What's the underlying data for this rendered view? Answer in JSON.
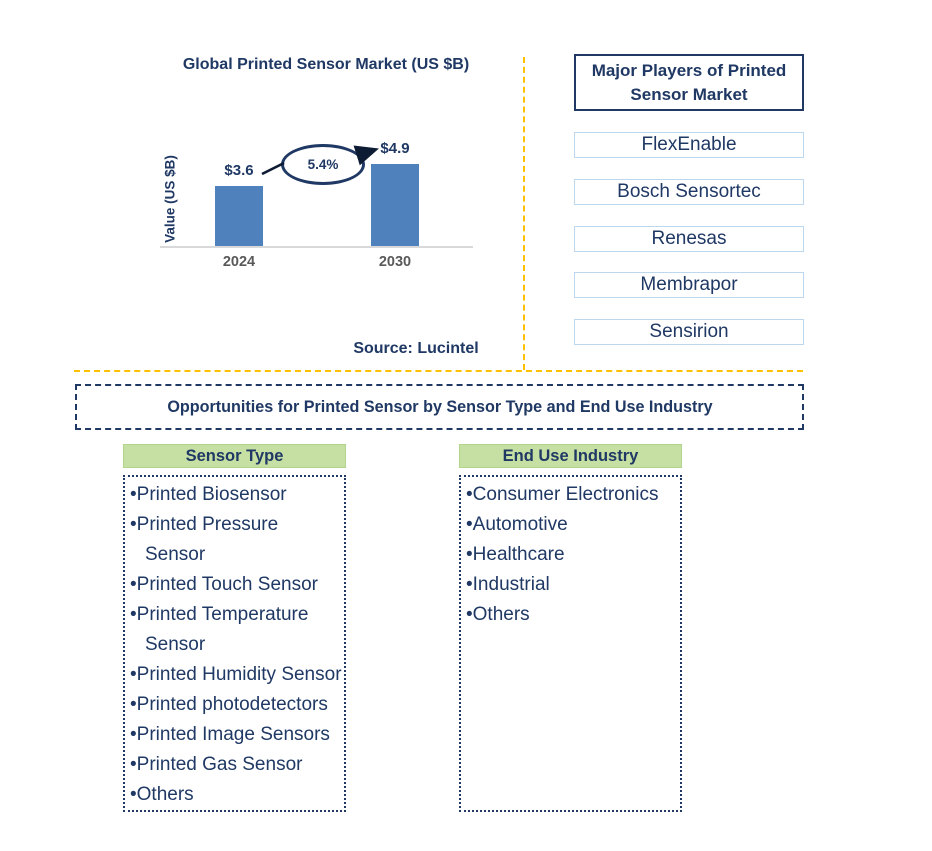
{
  "chart_data": {
    "type": "bar",
    "title": "Global Printed Sensor Market (US $B)",
    "ylabel": "Value (US $B)",
    "xlabel": "",
    "categories": [
      "2024",
      "2030"
    ],
    "values": [
      3.6,
      4.9
    ],
    "bar_labels": [
      "$3.6",
      "$4.9"
    ],
    "annotation": "5.4%",
    "ylim": [
      0,
      5.5
    ],
    "grid": false,
    "legend": false,
    "bar_color": "#4F81BD",
    "source": "Source: Lucintel"
  },
  "major_players": {
    "title": "Major Players of Printed Sensor Market",
    "items": [
      "FlexEnable",
      "Bosch Sensortec",
      "Renesas",
      "Membrapor",
      "Sensirion"
    ]
  },
  "opportunities": {
    "title": "Opportunities for Printed Sensor by Sensor Type and End Use Industry",
    "columns": [
      {
        "header": "Sensor Type",
        "items": [
          "Printed Biosensor",
          "Printed Pressure\nSensor",
          "Printed Touch Sensor",
          "Printed Temperature\nSensor",
          "Printed Humidity Sensor",
          "Printed photodetectors",
          "Printed Image Sensors",
          "Printed Gas Sensor",
          "Others"
        ]
      },
      {
        "header": "End Use Industry",
        "items": [
          "Consumer Electronics",
          "Automotive",
          "Healthcare",
          "Industrial",
          "Others"
        ]
      }
    ]
  },
  "colors": {
    "navy_text": "#1F3864",
    "bar_blue": "#4F81BD",
    "gold_divider": "#FFC000",
    "green_header_bg": "#C6E0A4",
    "player_box_border": "#BDD7EE",
    "axis_gray": "#D9D9D9",
    "tick_gray": "#595959",
    "arrow_black": "#0e1c33"
  }
}
